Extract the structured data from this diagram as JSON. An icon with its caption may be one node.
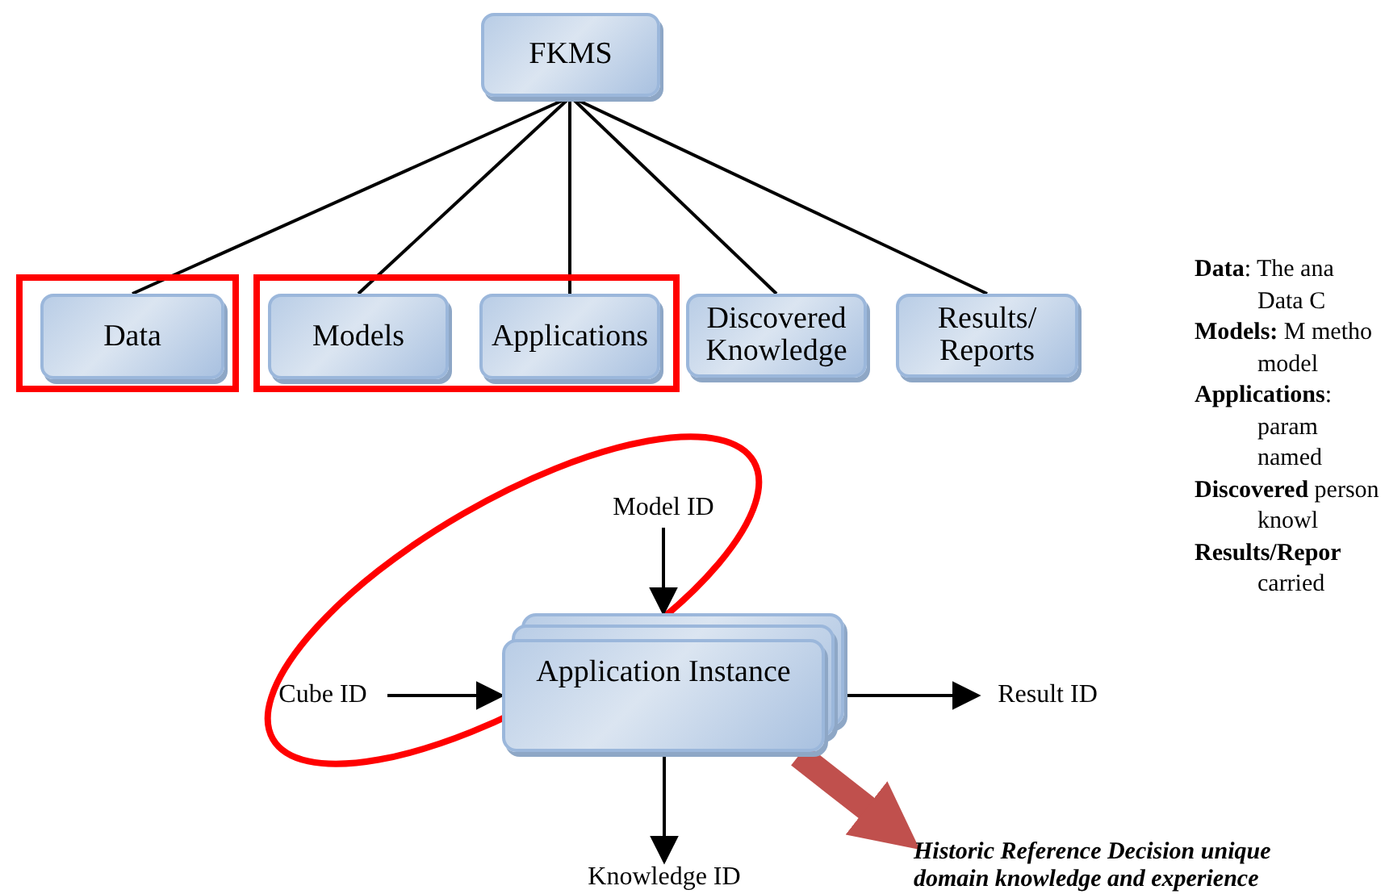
{
  "diagram": {
    "nodes": [
      {
        "text": [
          "FKMS"
        ]
      },
      {
        "text": [],
        "shape": "box"
      },
      {
        "text": [
          "Data"
        ],
        "in": 1
      },
      {
        "text": [],
        "shape": "box"
      },
      {
        "text": [
          "Models"
        ],
        "in": 3
      },
      {
        "text": [
          "Applications"
        ],
        "in": 3
      },
      {
        "text": [
          "Discovered Knowledge"
        ]
      },
      {
        "text": [
          "Results/ Reports"
        ]
      },
      {
        "text": [
          "Model ID"
        ]
      },
      {
        "text": [
          "Cube ID"
        ]
      },
      {
        "text": [
          "Application Instance"
        ]
      },
      {
        "text": [
          "Result ID"
        ]
      },
      {
        "text": [
          "Knowledge ID"
        ]
      },
      {
        "text": [
          "Historic Reference Decision unique domain knowledge and experience"
        ]
      }
    ],
    "edges": [
      {
        "from": 0,
        "to": 2,
        "arrow": "none"
      },
      {
        "from": 0,
        "to": 4,
        "arrow": "none"
      },
      {
        "from": 0,
        "to": 5,
        "arrow": "none"
      },
      {
        "from": 0,
        "to": 6,
        "arrow": "none"
      },
      {
        "from": 0,
        "to": 7,
        "arrow": "none"
      },
      {
        "from": 8,
        "to": 10,
        "arrow": "to"
      },
      {
        "from": 9,
        "to": 10,
        "arrow": "to"
      },
      {
        "from": 10,
        "to": 11,
        "arrow": "to"
      },
      {
        "from": 10,
        "to": 12,
        "arrow": "to"
      },
      {
        "from": 10,
        "to": 13,
        "arrow": "to",
        "style": "thick",
        "color": "#c0504d"
      }
    ],
    "labels": [
      "**Data**: The ana Data C",
      "**Models:** M metho model",
      "**Applications**: param named",
      "**Discovered** person knowl",
      "**Results/Repor** carried"
    ]
  }
}
